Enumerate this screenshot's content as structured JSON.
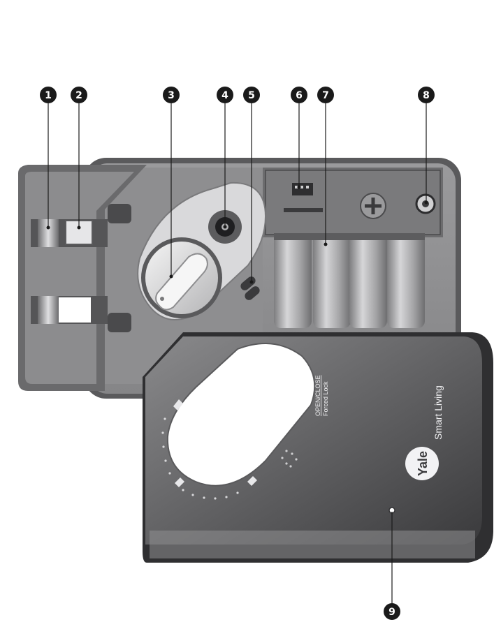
{
  "callouts": [
    {
      "number": "1",
      "name": "callout-1"
    },
    {
      "number": "2",
      "name": "callout-2"
    },
    {
      "number": "3",
      "name": "callout-3"
    },
    {
      "number": "4",
      "name": "callout-4"
    },
    {
      "number": "5",
      "name": "callout-5"
    },
    {
      "number": "6",
      "name": "callout-6"
    },
    {
      "number": "7",
      "name": "callout-7"
    },
    {
      "number": "8",
      "name": "callout-8"
    },
    {
      "number": "9",
      "name": "callout-9"
    }
  ],
  "cover": {
    "brand_logo": "Yale",
    "brand_tagline": "Smart Living",
    "label_open_close": "OPEN/CLOSE",
    "label_forced_lock": "Forced Lock"
  },
  "colors": {
    "callout": "#1a1a1a",
    "cover_dark": "#3f3f41",
    "cover_light": "#7c7c7e",
    "body_gray": "#8a8a8c",
    "battery": "#a9a9ab"
  }
}
